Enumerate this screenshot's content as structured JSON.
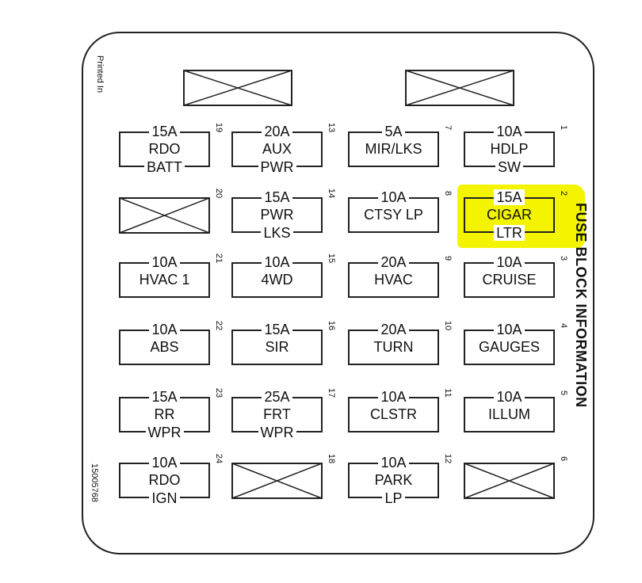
{
  "title": "FUSE BLOCK INFORMATION",
  "printed_in": "Printed In",
  "part_number": "15005768",
  "highlight_color": "#f4f400",
  "fuses": [
    {
      "num": "19",
      "amp": "15A",
      "line1": "RDO",
      "line3": "BATT"
    },
    {
      "num": "13",
      "amp": "20A",
      "line1": "AUX",
      "line3": "PWR"
    },
    {
      "num": "7",
      "amp": "5A",
      "line1": "MIR/LKS",
      "line3": ""
    },
    {
      "num": "1",
      "amp": "10A",
      "line1": "HDLP",
      "line3": "SW"
    },
    {
      "num": "20",
      "empty": true
    },
    {
      "num": "14",
      "amp": "15A",
      "line1": "PWR",
      "line3": "LKS"
    },
    {
      "num": "8",
      "amp": "10A",
      "line1": "CTSY LP",
      "line3": ""
    },
    {
      "num": "2",
      "amp": "15A",
      "line1": "CIGAR",
      "line3": "LTR",
      "highlighted": true
    },
    {
      "num": "21",
      "amp": "10A",
      "line1": "HVAC 1",
      "line3": ""
    },
    {
      "num": "15",
      "amp": "10A",
      "line1": "4WD",
      "line3": ""
    },
    {
      "num": "9",
      "amp": "20A",
      "line1": "HVAC",
      "line3": ""
    },
    {
      "num": "3",
      "amp": "10A",
      "line1": "CRUISE",
      "line3": ""
    },
    {
      "num": "22",
      "amp": "10A",
      "line1": "ABS",
      "line3": ""
    },
    {
      "num": "16",
      "amp": "15A",
      "line1": "SIR",
      "line3": ""
    },
    {
      "num": "10",
      "amp": "20A",
      "line1": "TURN",
      "line3": ""
    },
    {
      "num": "4",
      "amp": "10A",
      "line1": "GAUGES",
      "line3": ""
    },
    {
      "num": "23",
      "amp": "15A",
      "line1": "RR",
      "line3": "WPR"
    },
    {
      "num": "17",
      "amp": "25A",
      "line1": "FRT",
      "line3": "WPR"
    },
    {
      "num": "11",
      "amp": "10A",
      "line1": "CLSTR",
      "line3": ""
    },
    {
      "num": "5",
      "amp": "10A",
      "line1": "ILLUM",
      "line3": ""
    },
    {
      "num": "24",
      "amp": "10A",
      "line1": "RDO",
      "line3": "IGN"
    },
    {
      "num": "18",
      "empty": true
    },
    {
      "num": "12",
      "amp": "10A",
      "line1": "PARK",
      "line3": "LP"
    },
    {
      "num": "6",
      "empty": true
    }
  ]
}
